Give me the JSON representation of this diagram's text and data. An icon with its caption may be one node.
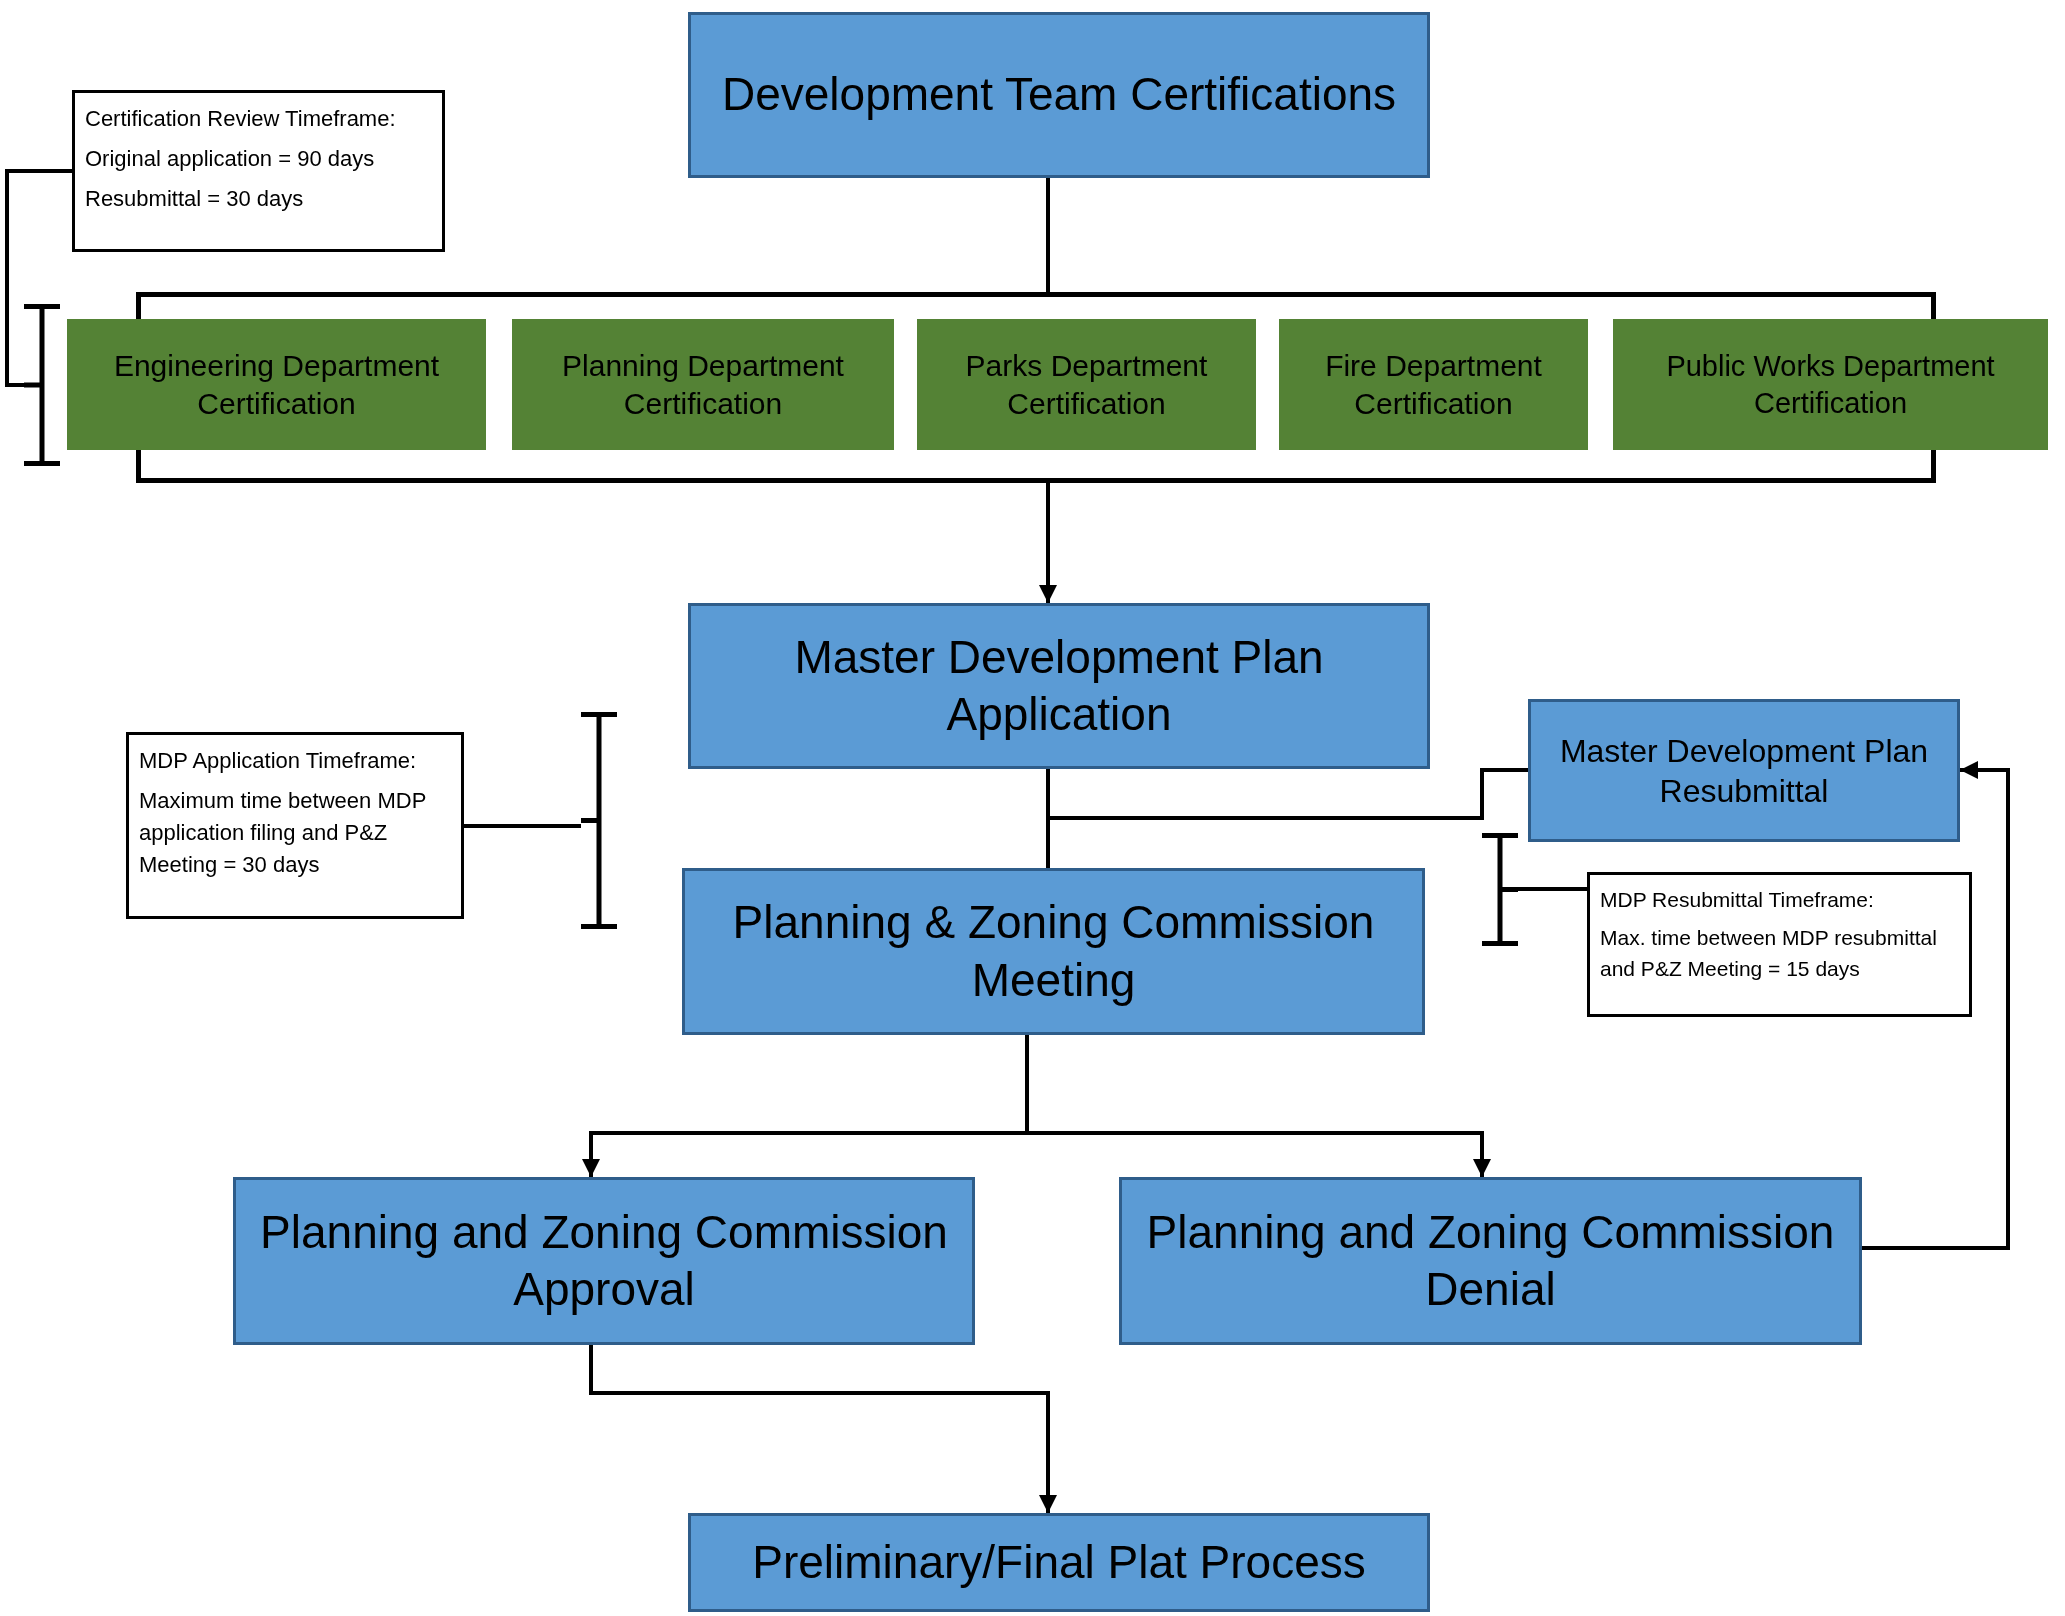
{
  "diagram": {
    "nodes": [
      {
        "text": [
          "Development Team Certifications"
        ]
      },
      {
        "text": [
          "Certification Review Timeframe:",
          "Original application = 90 days",
          "Resubmittal = 30 days"
        ]
      },
      {
        "text": [],
        "shape": "box"
      },
      {
        "text": [
          "Engineering Department Certification"
        ]
      },
      {
        "text": [
          "Planning Department Certification"
        ],
        "in": 2
      },
      {
        "text": [
          "Parks Department Certification"
        ],
        "in": 2
      },
      {
        "text": [
          "Fire Department Certification"
        ],
        "in": 2
      },
      {
        "text": [
          "Public Works Department Certification"
        ]
      },
      {
        "text": [
          "Master Development Plan Application"
        ]
      },
      {
        "text": [
          "MDP Application Timeframe:",
          "Maximum time between MDP application filing and P&Z Meeting = 30 days"
        ]
      },
      {
        "text": [
          "Master Development Plan Resubmittal"
        ]
      },
      {
        "text": [
          "Planning & Zoning Commission Meeting"
        ]
      },
      {
        "text": [
          "MDP Resubmittal Timeframe:",
          "Max. time between MDP resubmittal and P&Z Meeting = 15 days"
        ]
      },
      {
        "text": [
          "Planning and Zoning Commission Approval"
        ]
      },
      {
        "text": [
          "Planning and Zoning Commission Denial"
        ]
      },
      {
        "text": [
          "Preliminary/Final Plat Process"
        ]
      },
      {
        "text": [],
        "shape": "bracket"
      },
      {
        "text": [],
        "shape": "bracket"
      },
      {
        "text": [],
        "shape": "bracket"
      }
    ],
    "edges": [
      {
        "from": 0,
        "to": 2,
        "arrow": "none"
      },
      {
        "from": 2,
        "to": 8,
        "arrow": "to"
      },
      {
        "from": 8,
        "to": 11,
        "arrow": "none"
      },
      {
        "from": 10,
        "to": 11,
        "arrow": "none"
      },
      {
        "from": 11,
        "to": 13,
        "arrow": "to"
      },
      {
        "from": 11,
        "to": 14,
        "arrow": "to"
      },
      {
        "from": 14,
        "to": 10,
        "arrow": "to"
      },
      {
        "from": 13,
        "to": 15,
        "arrow": "to"
      },
      {
        "from": 1,
        "to": 16,
        "arrow": "none"
      },
      {
        "from": 9,
        "to": 17,
        "arrow": "none"
      },
      {
        "from": 12,
        "to": 18,
        "arrow": "none"
      }
    ]
  }
}
